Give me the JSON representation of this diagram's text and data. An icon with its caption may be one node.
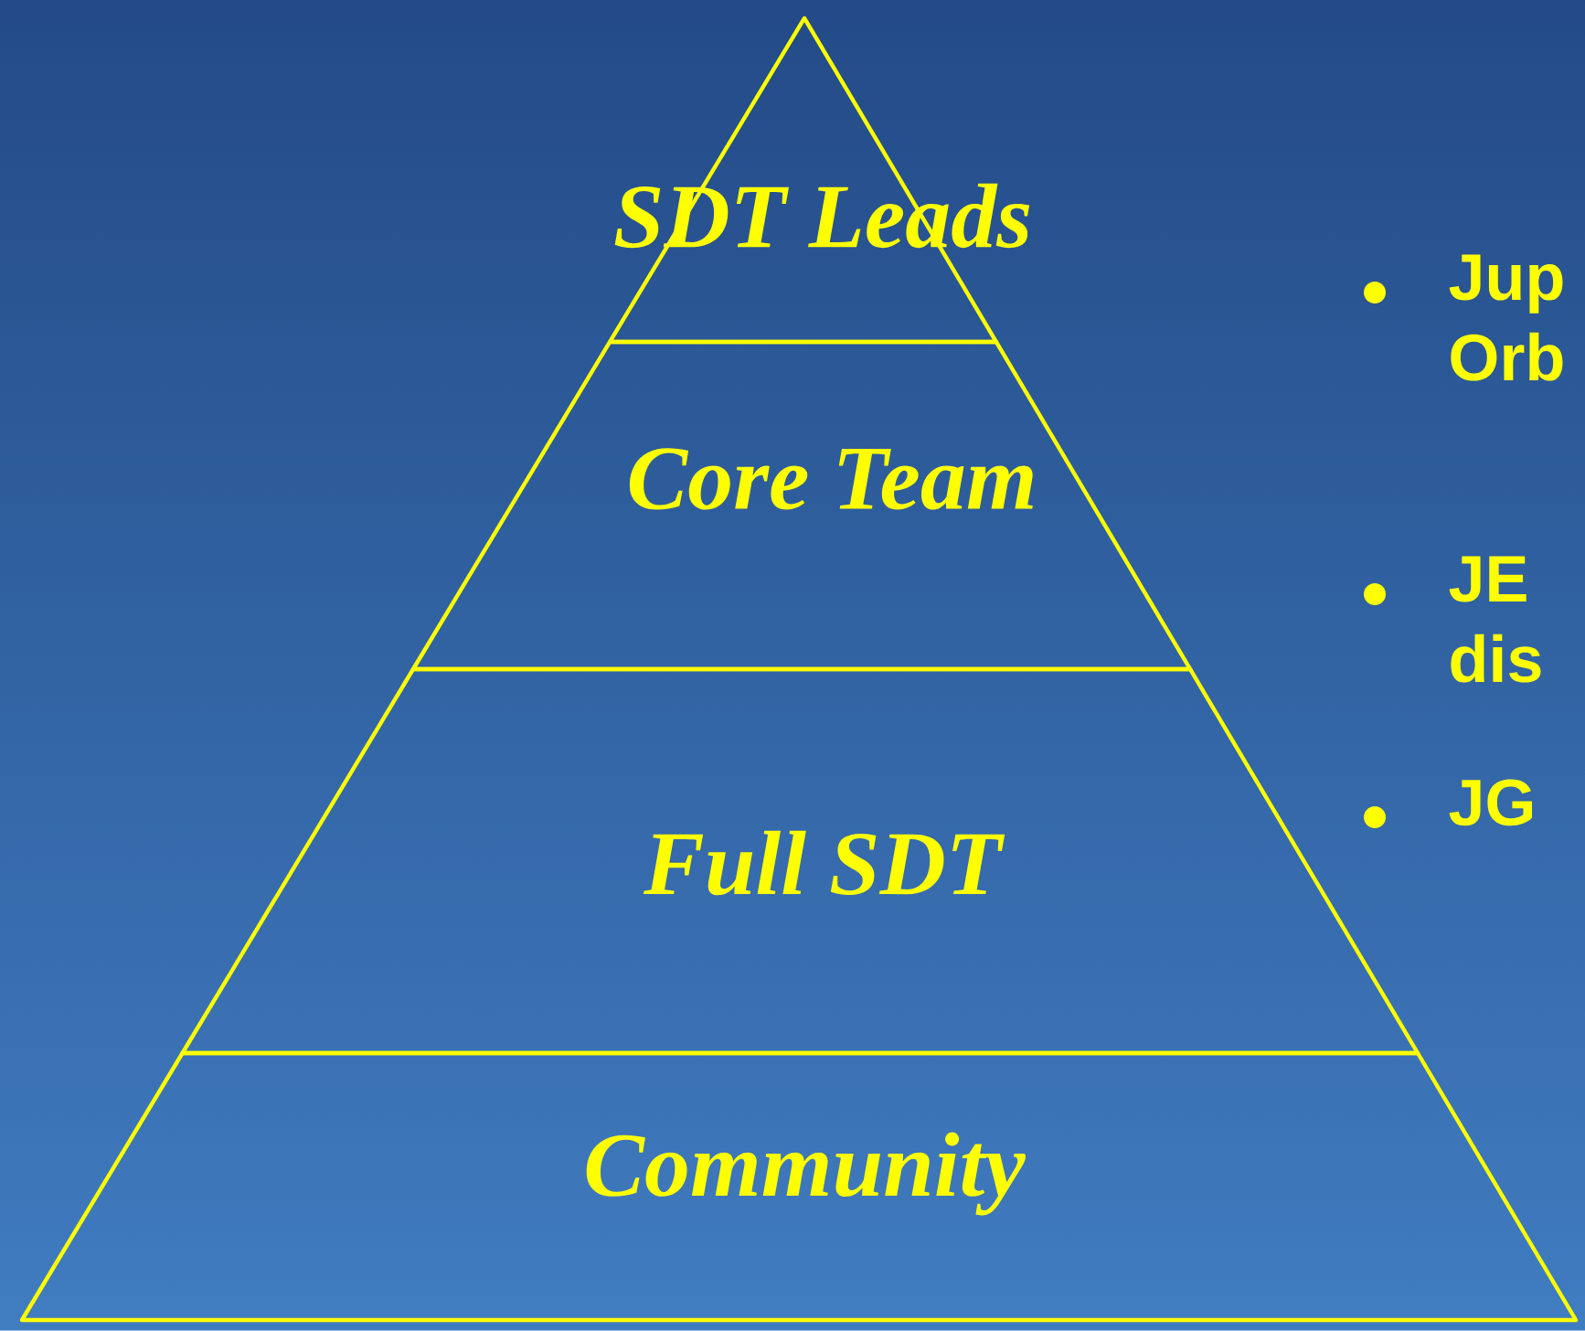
{
  "diagram": {
    "nodes": [
      {
        "text": [
          "SDT Leads"
        ]
      },
      {
        "text": [
          "Core Team"
        ]
      },
      {
        "text": [
          "Full SDT"
        ]
      },
      {
        "text": [
          "Community"
        ]
      }
    ],
    "labels": [
      "Jup Orb",
      "JE dis",
      "JG"
    ]
  }
}
